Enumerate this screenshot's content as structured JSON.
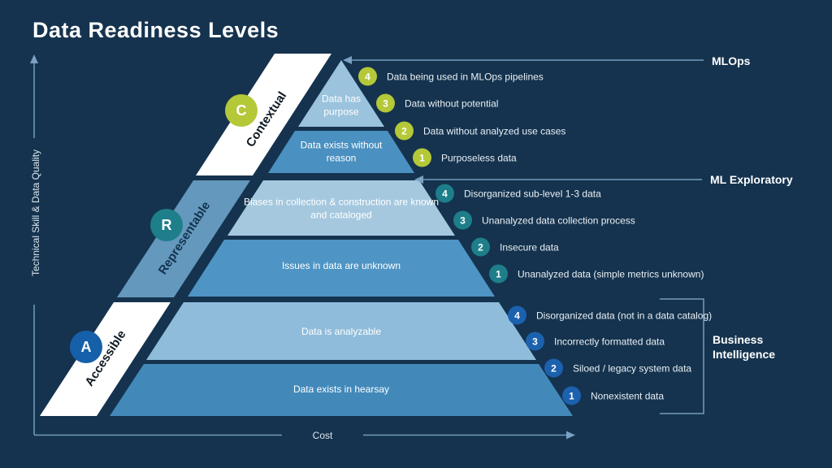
{
  "title": "Data Readiness Levels",
  "axes": {
    "y_label": "Technical Skill & Data Quality",
    "x_label": "Cost"
  },
  "tiers": [
    {
      "letter": "C",
      "name": "Contextual",
      "color": "#B4C838",
      "rows": [
        {
          "label": "Data has purpose",
          "fill": "#9BC3DD"
        },
        {
          "label": "Data exists without reason",
          "fill": "#4A90C0"
        }
      ]
    },
    {
      "letter": "R",
      "name": "Representable",
      "color": "#1E7E8A",
      "rows": [
        {
          "label": "Biases in collection & construction are known and cataloged",
          "fill": "#A5C8DF"
        },
        {
          "label": "Issues in data are unknown",
          "fill": "#4E94C4"
        }
      ]
    },
    {
      "letter": "A",
      "name": "Accessible",
      "color": "#1560A8",
      "rows": [
        {
          "label": "Data is analyzable",
          "fill": "#8FBCDA"
        },
        {
          "label": "Data exists in hearsay",
          "fill": "#4289BA"
        }
      ]
    }
  ],
  "annotations": [
    {
      "group_label": "MLOps",
      "badge_color": "#B4C838",
      "items": [
        {
          "num": "4",
          "label": "Data being used in MLOps pipelines"
        },
        {
          "num": "3",
          "label": "Data without potential"
        },
        {
          "num": "2",
          "label": "Data without analyzed use cases"
        },
        {
          "num": "1",
          "label": "Purposeless data"
        }
      ]
    },
    {
      "group_label": "ML Exploratory",
      "badge_color": "#1E7E8A",
      "items": [
        {
          "num": "4",
          "label": "Disorganized sub-level 1-3 data"
        },
        {
          "num": "3",
          "label": "Unanalyzed data collection process"
        },
        {
          "num": "2",
          "label": "Insecure data"
        },
        {
          "num": "1",
          "label": "Unanalyzed data (simple metrics unknown)"
        }
      ]
    },
    {
      "group_label": "Business Intelligence",
      "badge_color": "#1B61AE",
      "items": [
        {
          "num": "4",
          "label": "Disorganized data (not in a data catalog)"
        },
        {
          "num": "3",
          "label": "Incorrectly formatted data"
        },
        {
          "num": "2",
          "label": "Siloed / legacy system data"
        },
        {
          "num": "1",
          "label": "Nonexistent data"
        }
      ]
    }
  ],
  "colors": {
    "background": "#15334E",
    "axis_line": "#7FA8C9",
    "band_white": "#FFFFFF",
    "band_blue": "#6498BC",
    "text_light": "#E9F0F6"
  }
}
